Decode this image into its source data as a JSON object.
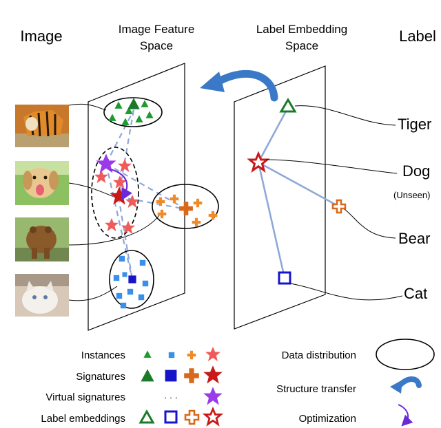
{
  "headers": {
    "image": "Image",
    "feature_space_line1": "Image Feature",
    "feature_space_line2": "Space",
    "embedding_space_line1": "Label Embedding",
    "embedding_space_line2": "Space",
    "label": "Label"
  },
  "labels": {
    "tiger": "Tiger",
    "dog": "Dog",
    "unseen": "(Unseen)",
    "bear": "Bear",
    "cat": "Cat"
  },
  "legend": {
    "instances": "Instances",
    "signatures": "Signatures",
    "virtual_signatures": "Virtual signatures",
    "ellipsis": "· · ·",
    "label_embeddings": "Label embeddings",
    "data_distribution": "Data distribution",
    "structure_transfer": "Structure transfer",
    "optimization": "Optimization"
  },
  "colors": {
    "tiger": "#1f9a2e",
    "tiger_signature": "#1a7a28",
    "dog": "#f05a5a",
    "dog_signature": "#c81818",
    "bear": "#f08a28",
    "bear_signature": "#d8681a",
    "cat": "#3a90e8",
    "cat_signature": "#1414c8",
    "virtual": "#9a3ae8",
    "edge": "#8fa8d8",
    "transfer_arrow": "#3a78c8",
    "optimization_arrow": "#6a2ad8"
  },
  "icons": {
    "tiger_photo": "tiger-photo",
    "dog_photo": "dog-photo",
    "bear_photo": "bear-photo",
    "cat_photo": "cat-photo"
  }
}
